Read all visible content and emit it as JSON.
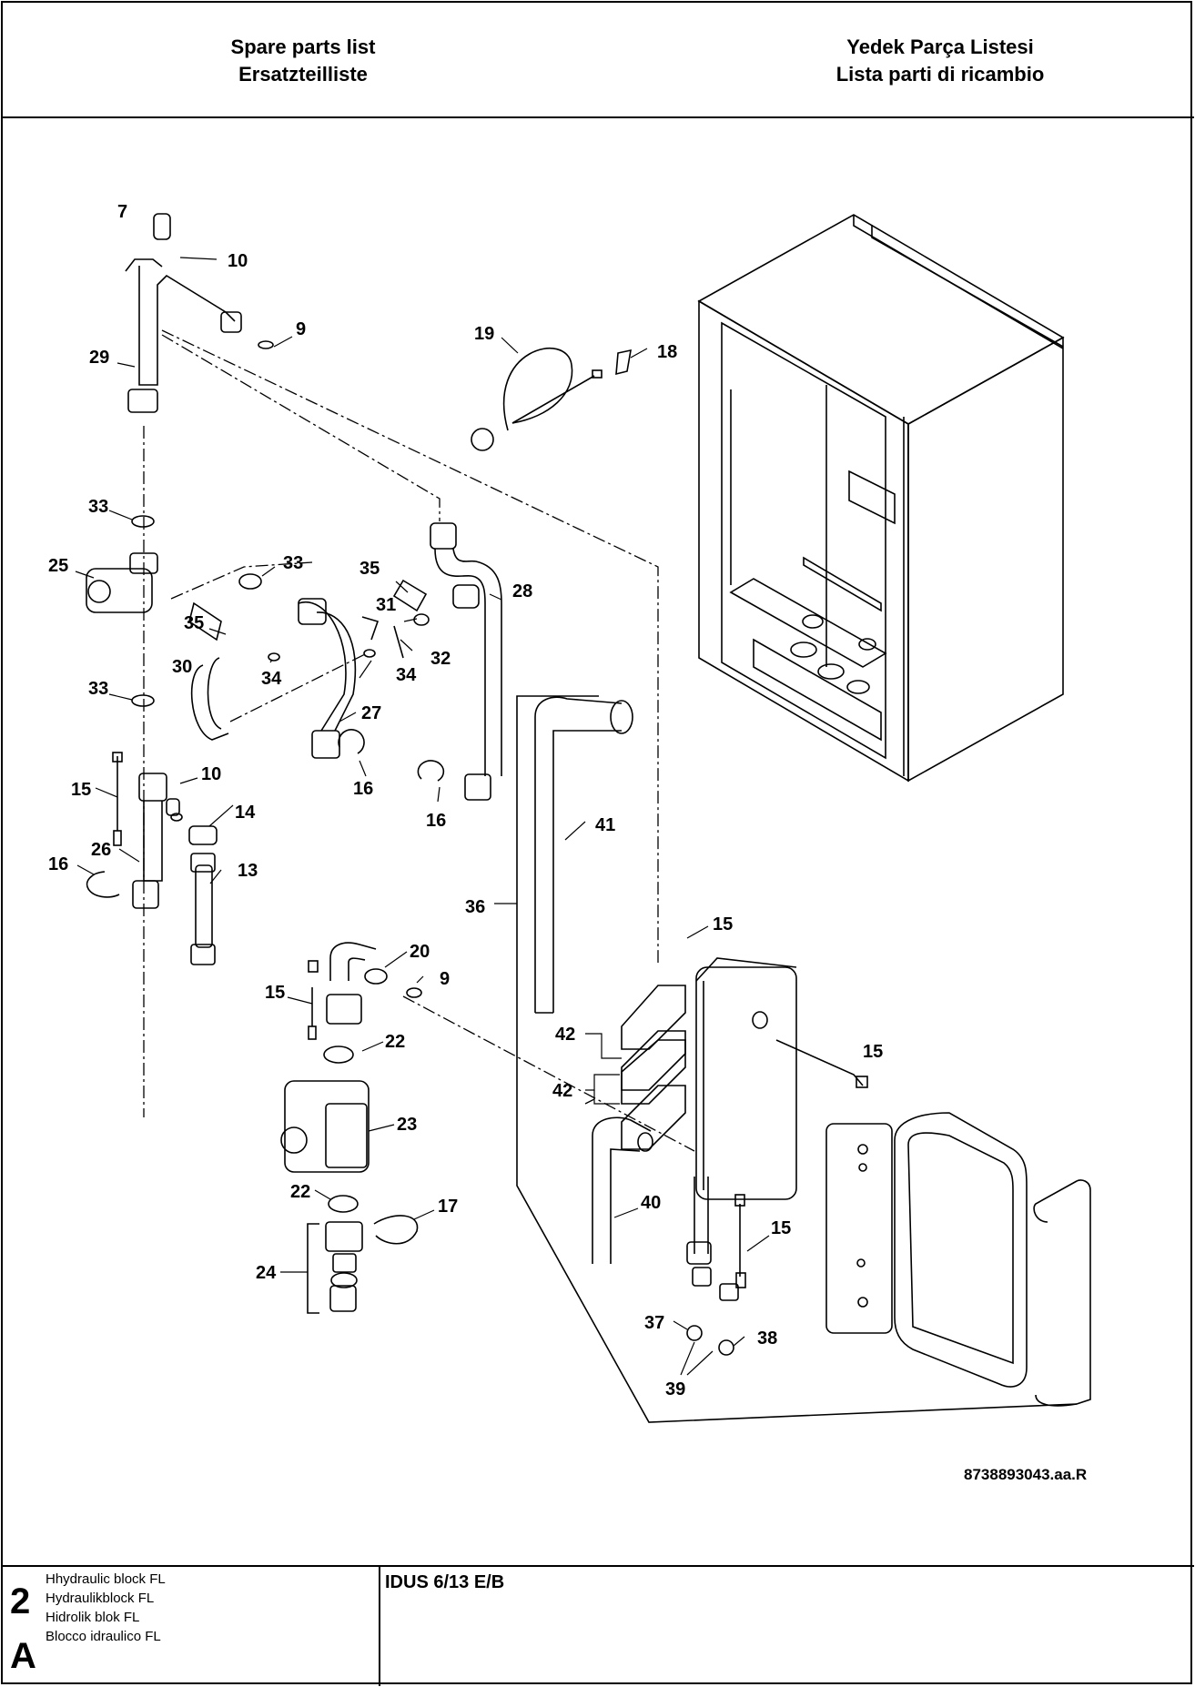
{
  "header": {
    "left": [
      "Spare parts list",
      "Ersatzteilliste"
    ],
    "right": [
      "Yedek Parça Listesi",
      "Lista parti di ricambio"
    ]
  },
  "diagram": {
    "callouts": [
      "7",
      "10",
      "9",
      "29",
      "19",
      "18",
      "33",
      "25",
      "33",
      "35",
      "28",
      "31",
      "35",
      "30",
      "34",
      "34",
      "32",
      "33",
      "27",
      "16",
      "16",
      "15",
      "10",
      "14",
      "26",
      "16",
      "13",
      "41",
      "36",
      "15",
      "20",
      "9",
      "15",
      "22",
      "15",
      "42",
      "42",
      "23",
      "40",
      "22",
      "17",
      "15",
      "24",
      "37",
      "38",
      "39"
    ],
    "drawing_number": "8738893043.aa.R"
  },
  "footer": {
    "section_number": "2",
    "section_letter": "A",
    "titles": [
      "Hhydraulic block FL",
      "Hydraulikblock FL",
      "Hidrolik blok FL",
      "Blocco idraulico FL"
    ],
    "model": "IDUS 6/13 E/B"
  }
}
